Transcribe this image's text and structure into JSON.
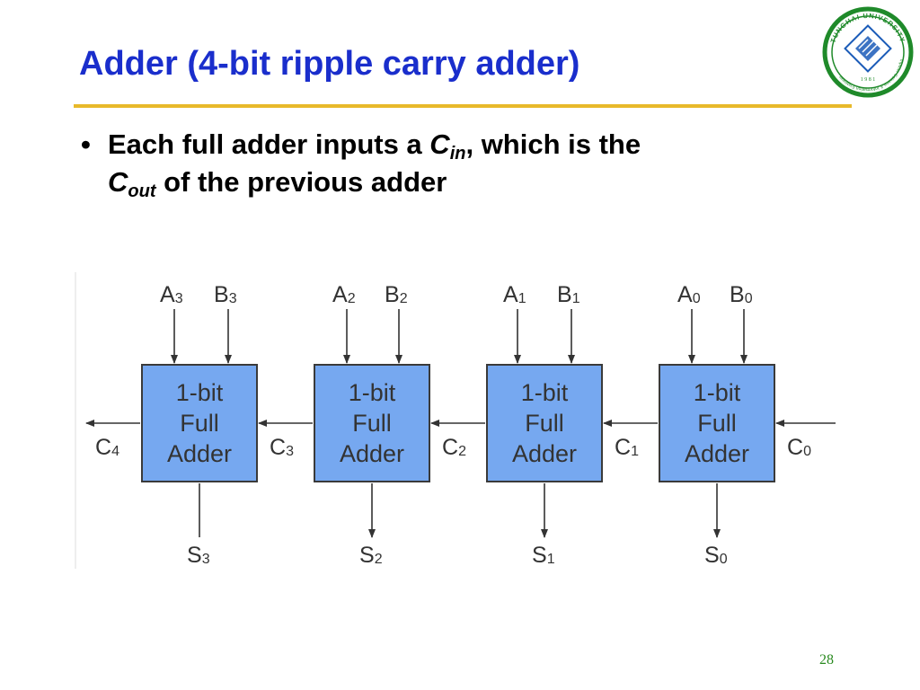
{
  "slide": {
    "title": "Adder (4-bit ripple carry adder)",
    "page_number": "28"
  },
  "bullet": {
    "marker": "•",
    "part1": "Each full adder inputs a ",
    "cin_main": "C",
    "cin_sub": "in",
    "part2": ", which is the",
    "cout_main": "C",
    "cout_sub": "out",
    "part3": " of the previous adder"
  },
  "colors": {
    "title": "#1a2ecc",
    "rule": "#e8b92a",
    "box_fill": "#76a8f0",
    "box_stroke": "#3a3a3a",
    "wire": "#333333",
    "logo_green": "#1f8a2a",
    "logo_blue": "#1a5bb8",
    "page_number": "#2a8a20"
  },
  "diagram": {
    "adders": [
      {
        "line1": "1-bit",
        "line2": "Full",
        "line3": "Adder",
        "a_main": "A",
        "a_sub": "3",
        "b_main": "B",
        "b_sub": "3",
        "s_main": "S",
        "s_sub": "3",
        "c_main": "C",
        "c_sub": "3"
      },
      {
        "line1": "1-bit",
        "line2": "Full",
        "line3": "Adder",
        "a_main": "A",
        "a_sub": "2",
        "b_main": "B",
        "b_sub": "2",
        "s_main": "S",
        "s_sub": "2",
        "c_main": "C",
        "c_sub": "2"
      },
      {
        "line1": "1-bit",
        "line2": "Full",
        "line3": "Adder",
        "a_main": "A",
        "a_sub": "1",
        "b_main": "B",
        "b_sub": "1",
        "s_main": "S",
        "s_sub": "1",
        "c_main": "C",
        "c_sub": "1"
      },
      {
        "line1": "1-bit",
        "line2": "Full",
        "line3": "Adder",
        "a_main": "A",
        "a_sub": "0",
        "b_main": "B",
        "b_sub": "0",
        "s_main": "S",
        "s_sub": "0",
        "c_main": "C",
        "c_sub": "0"
      }
    ],
    "carry_out": {
      "main": "C",
      "sub": "4"
    }
  },
  "logo": {
    "top_text": "TUNGHAI UNIVERSITY",
    "ring_text": "Computer Science & Information Engineering",
    "year": "1 9 8 1",
    "icon": "university-seal-icon"
  }
}
